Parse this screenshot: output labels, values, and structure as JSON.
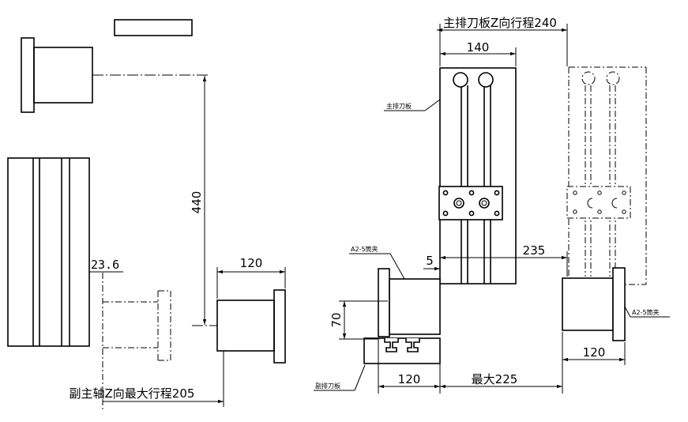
{
  "labels": {
    "main_gang_travel": "主排刀板Z向行程240",
    "sub_spindle_travel": "副主轴Z向最大行程205",
    "main_gang_plate": "主排刀板",
    "sub_gang_plate": "副排刀板",
    "collet_left": "A2-5筒夹",
    "collet_right": "A2-5筒夹"
  },
  "dimensions": {
    "d440": "440",
    "d23_6": "23.6",
    "d120_sub": "120",
    "d140": "140",
    "d5": "5",
    "d235": "235",
    "d70": "70",
    "d120_left": "120",
    "d225": "最大225",
    "d120_right": "120"
  }
}
